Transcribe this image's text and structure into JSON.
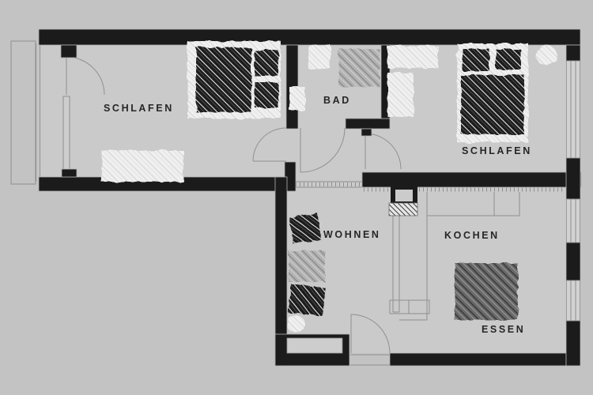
{
  "plan": {
    "type": "apartment-floor-plan",
    "rooms": [
      {
        "id": "schlafen-left",
        "label": "SCHLAFEN"
      },
      {
        "id": "bad",
        "label": "BAD"
      },
      {
        "id": "schlafen-right",
        "label": "SCHLAFEN"
      },
      {
        "id": "wohnen",
        "label": "WOHNEN"
      },
      {
        "id": "kochen",
        "label": "KOCHEN"
      },
      {
        "id": "essen",
        "label": "ESSEN"
      }
    ],
    "colors": {
      "background": "#c3c3c4",
      "floor": "#cacaca",
      "wall": "#1b1b1b",
      "thin_line": "#8f8f8f",
      "label_text": "#262626",
      "furniture_dark": "#1d1d1d",
      "furniture_gray": "#b7b7b7",
      "furniture_darkgray": "#6a6a6a",
      "furniture_white": "#efefef"
    },
    "furniture": [
      "double-bed-left",
      "pillows-left",
      "rug-left",
      "toilet",
      "shower",
      "sink",
      "wardrobe-right",
      "double-bed-right",
      "pillows-right",
      "ceiling-lamp-right",
      "chair-top",
      "side-table",
      "chair-bottom",
      "floor-lamp",
      "entry-cabinet",
      "kitchen-counter",
      "chimney-pillar",
      "dining-table",
      "balcony",
      "radiator"
    ],
    "doors": [
      "balcony-door",
      "bedroom-left-door",
      "bath-door",
      "bedroom-right-door",
      "entry-door"
    ],
    "windows": [
      "left-glass-front",
      "right-window-top",
      "right-window-mid",
      "right-window-bottom",
      "bottom-window"
    ]
  }
}
